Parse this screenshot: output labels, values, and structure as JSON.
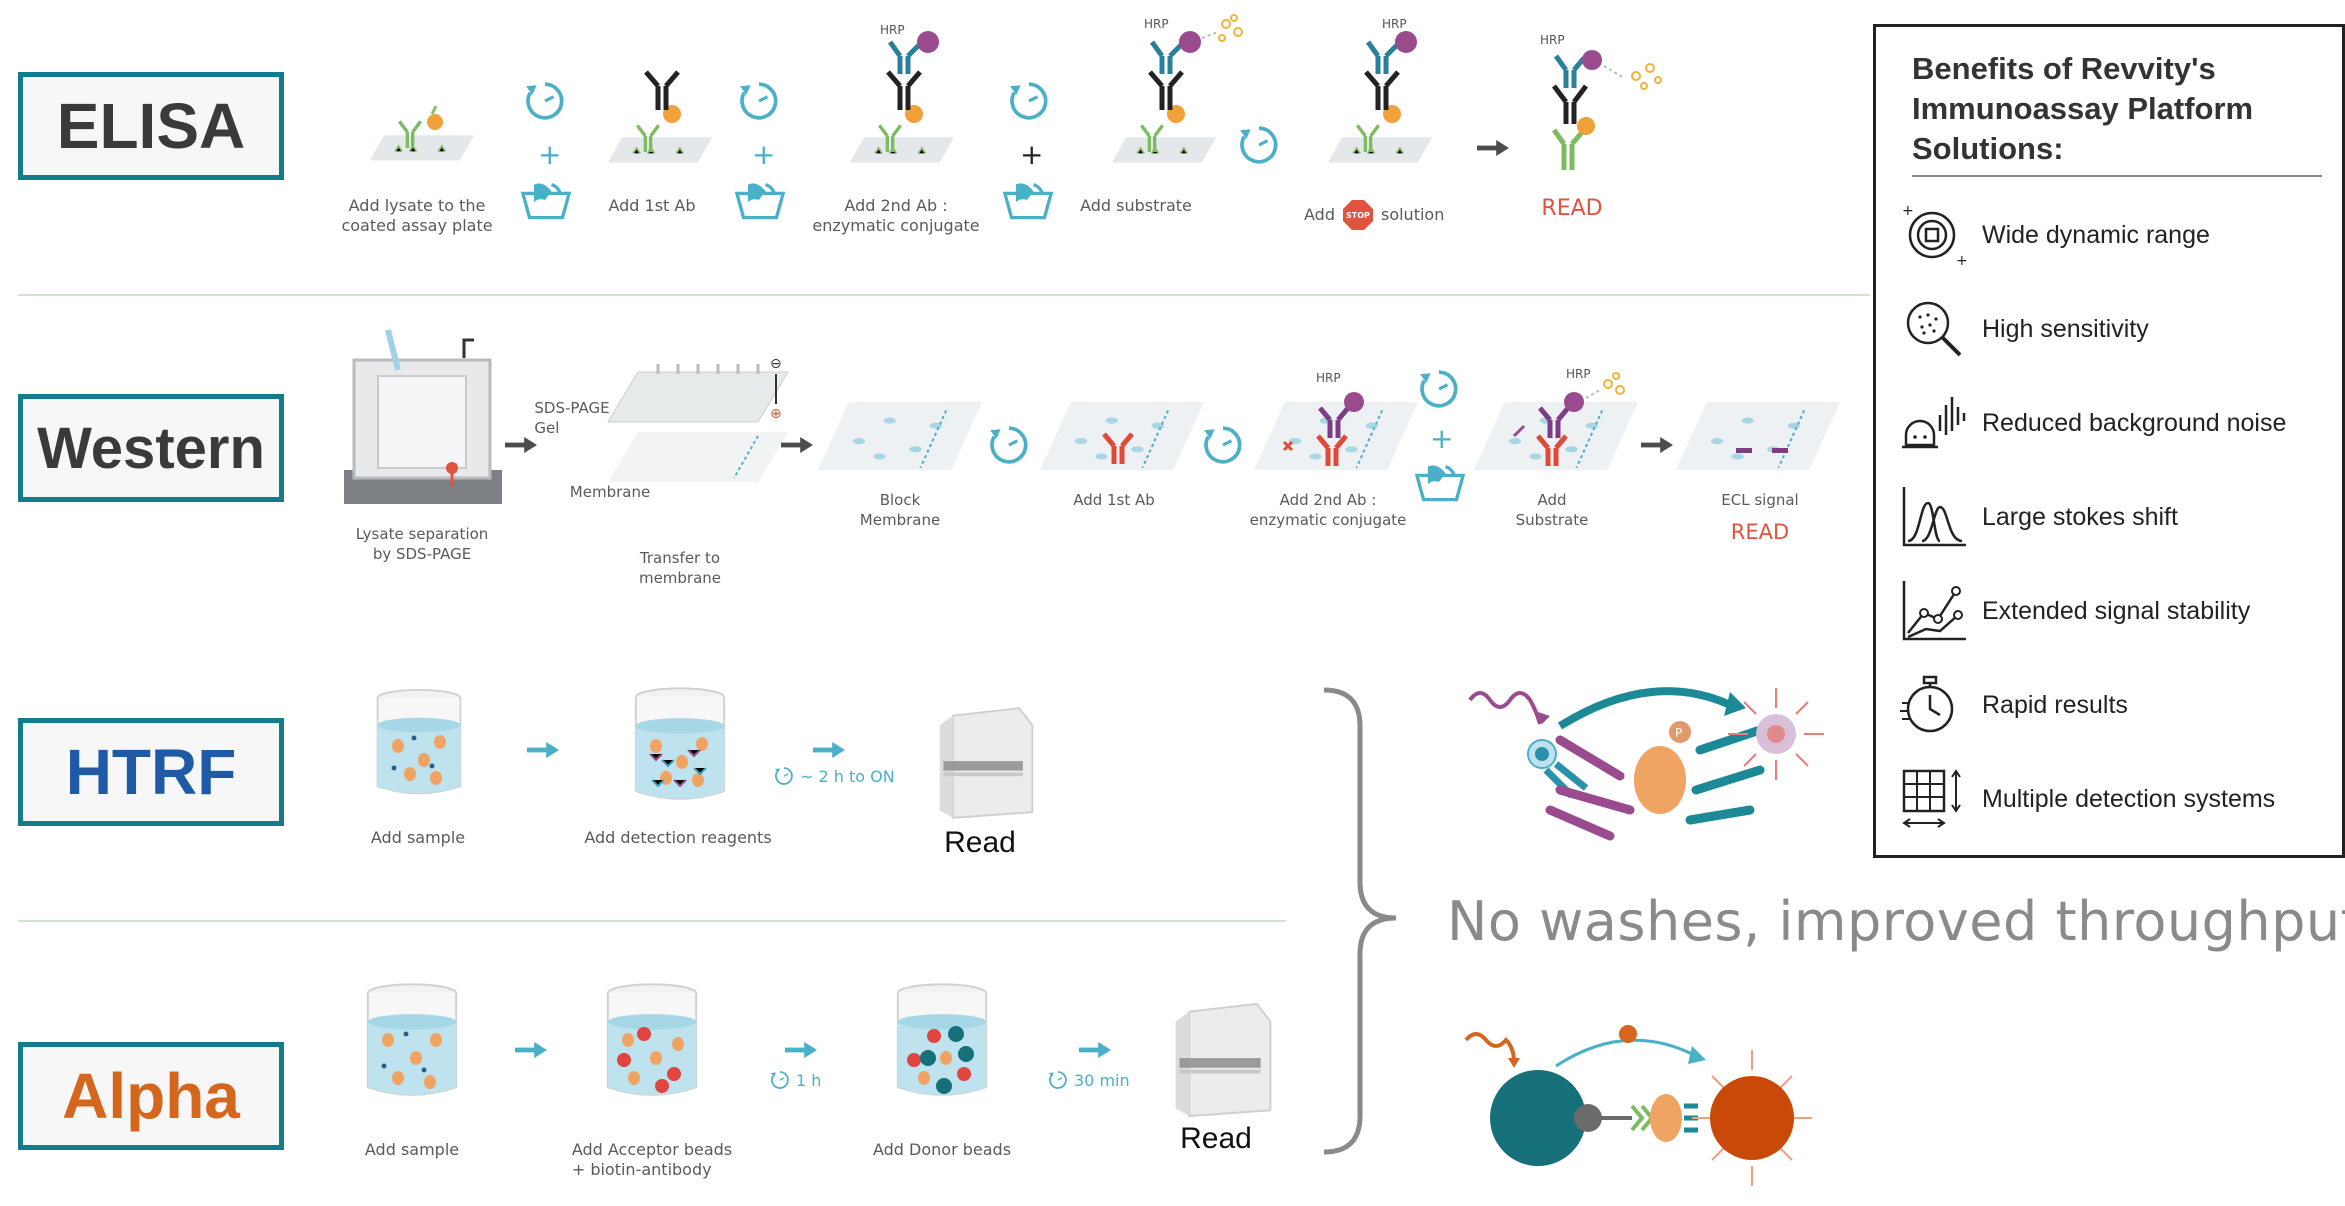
{
  "rows": {
    "elisa": {
      "label": "ELISA",
      "steps": [
        "Add lysate to the\ncoated assay plate",
        "Add 1st Ab",
        "Add 2nd Ab :\nenzymatic conjugate",
        "Add substrate"
      ],
      "stop_prefix": "Add",
      "stop_suffix": "solution",
      "stop_sign": "STOP",
      "read": "READ",
      "hrp": "HRP"
    },
    "western": {
      "label": "Western",
      "gel_label": "SDS-PAGE\nGel",
      "membrane_label": "Membrane",
      "steps": [
        "Lysate separation\nby SDS-PAGE",
        "Transfer to\nmembrane",
        "Block\nMembrane",
        "Add 1st Ab",
        "Add 2nd Ab :\nenzymatic conjugate",
        "Add\nSubstrate",
        "ECL signal"
      ],
      "read": "READ",
      "hrp": "HRP"
    },
    "htrf": {
      "label": "HTRF",
      "steps": [
        "Add sample",
        "Add detection reagents"
      ],
      "timer": "~ 2 h to ON",
      "read": "Read"
    },
    "alpha": {
      "label": "Alpha",
      "steps": [
        "Add sample",
        "Add Acceptor beads\n+ biotin-antibody",
        "Add Donor beads"
      ],
      "timers": [
        "1 h",
        "30 min"
      ],
      "read": "Read"
    }
  },
  "tagline": "No washes, improved throughput",
  "benefits": {
    "title": "Benefits of Revvity's Immunoassay Platform Solutions:",
    "items": [
      {
        "icon": "target-icon",
        "label": "Wide dynamic range"
      },
      {
        "icon": "magnifier-icon",
        "label": "High sensitivity"
      },
      {
        "icon": "noise-icon",
        "label": "Reduced background noise"
      },
      {
        "icon": "peaks-icon",
        "label": "Large stokes shift"
      },
      {
        "icon": "trend-icon",
        "label": "Extended signal stability"
      },
      {
        "icon": "stopwatch-icon",
        "label": "Rapid results"
      },
      {
        "icon": "grid-icon",
        "label": "Multiple detection systems"
      }
    ]
  },
  "colors": {
    "label_border": "#127b8c",
    "elisa_text": "#3a3a3a",
    "htrf_text": "#1f5aa6",
    "alpha_text": "#d5661e",
    "read_red": "#e0533f",
    "teal": "#4ab0c8"
  }
}
